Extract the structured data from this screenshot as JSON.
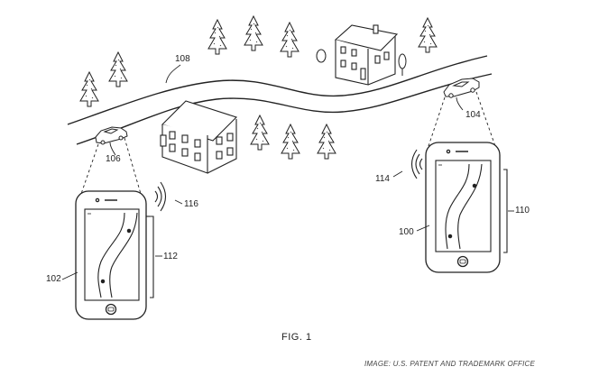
{
  "labels": {
    "road": "108",
    "car_left": "106",
    "car_right": "104",
    "signal_left": "116",
    "signal_right": "114",
    "device_left": "102",
    "device_right": "100",
    "bracket_left": "112",
    "bracket_right": "110"
  },
  "figure_caption": "FIG. 1",
  "image_credit": "IMAGE: U.S. PATENT AND TRADEMARK OFFICE",
  "icons": {
    "tree": "pine-tree-icon",
    "house": "house-icon",
    "car": "car-icon",
    "signal": "wireless-signal-icon",
    "phone": "smartphone-icon"
  },
  "colors": {
    "ink": "#222222",
    "background": "#ffffff"
  }
}
